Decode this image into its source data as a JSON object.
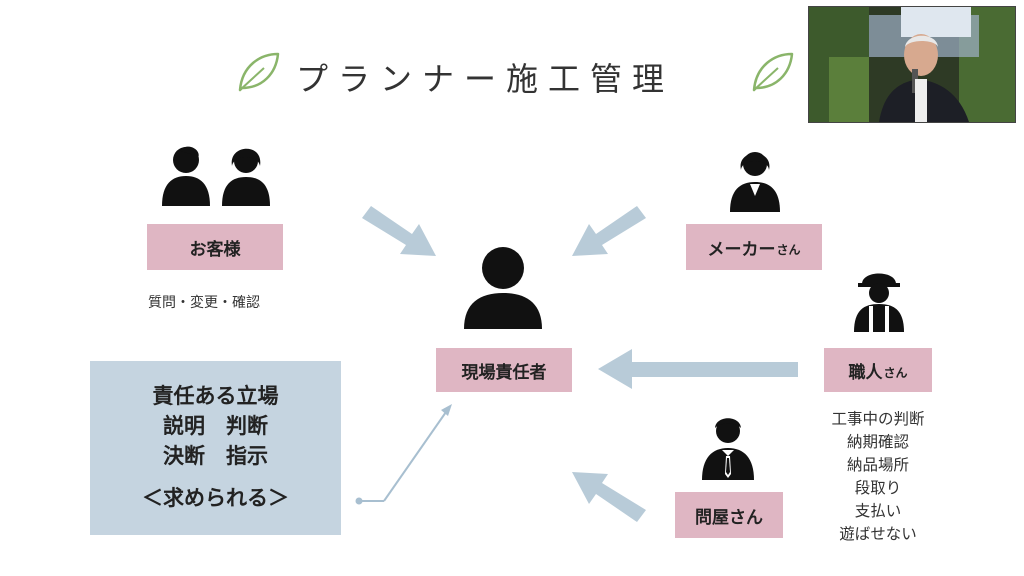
{
  "title": "プランナー施工管理",
  "icons": {
    "leaf_left": "leaf-icon",
    "leaf_right": "leaf-icon",
    "customer": "couple-icon",
    "center": "person-icon",
    "maker": "businesswoman-icon",
    "craftsman": "hardhat-worker-icon",
    "wholesaler": "businessman-icon"
  },
  "nodes": {
    "customer": {
      "label": "お客様",
      "note": "質問・変更・確認"
    },
    "center": {
      "label": "現場責任者"
    },
    "maker": {
      "label": "メーカー",
      "suffix": "さん"
    },
    "craftsman": {
      "label": "職人",
      "suffix": "さん",
      "notes": [
        "工事中の判断",
        "納期確認",
        "納品場所",
        "段取り",
        "支払い",
        "遊ばせない"
      ]
    },
    "wholesaler": {
      "label": "問屋さん"
    }
  },
  "responsibility": {
    "lines": [
      "責任ある立場",
      "説明　判断",
      "決断　指示"
    ],
    "footer": "＜求められる＞"
  },
  "colors": {
    "label_pink": "#dfb6c3",
    "arrow_blue": "#b8cbd8",
    "box_blue": "#c5d4e0",
    "leaf_green": "#8ab56a"
  }
}
